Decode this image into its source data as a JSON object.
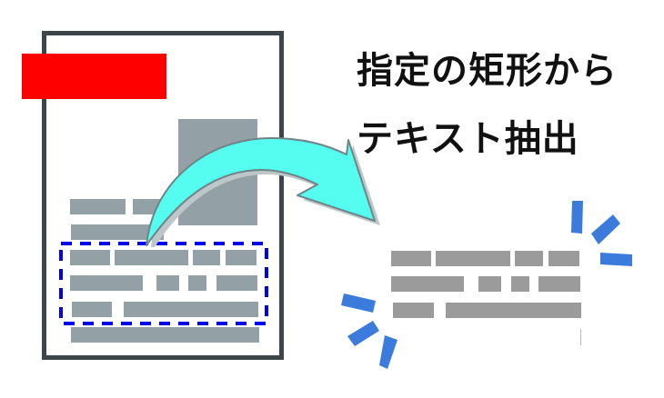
{
  "title": {
    "line1": "指定の矩形から",
    "line2": "テキスト抽出"
  },
  "colors": {
    "document_border": "#3c464a",
    "header_block": "#ff0000",
    "text_bars": "#93a0a5",
    "output_bars": "#9b9b9b",
    "selection_rect": "#0000ee",
    "arrow_fill": "#55fcf0",
    "sparkle": "#3a7bdc"
  },
  "icons": {
    "document": "document-icon",
    "arrow": "curved-arrow-icon",
    "selection": "dashed-selection-rectangle",
    "sparkles": "sparkle-icon"
  }
}
